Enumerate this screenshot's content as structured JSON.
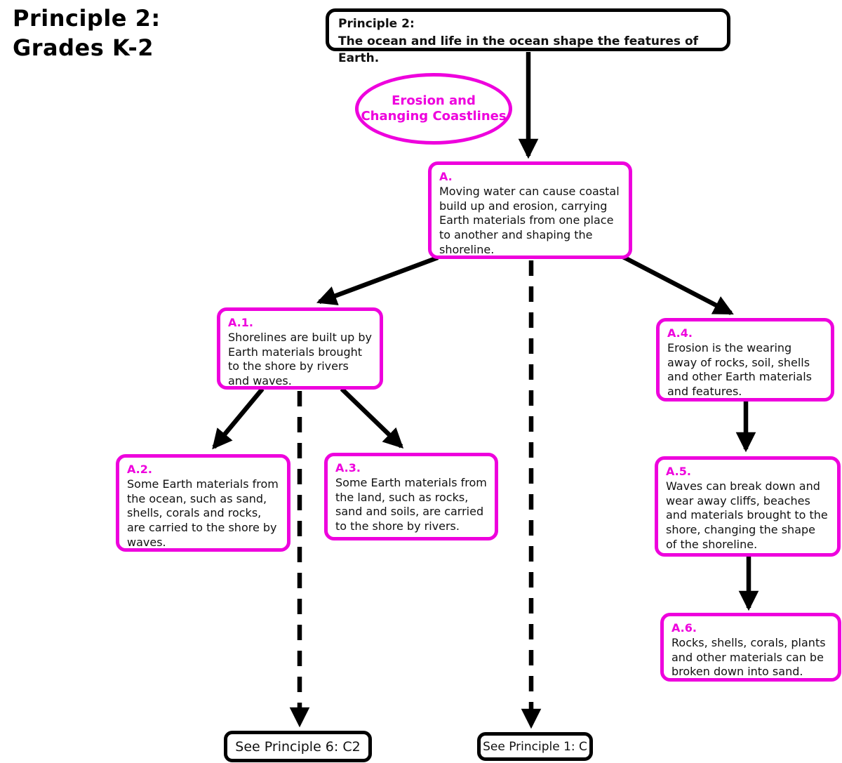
{
  "page": {
    "title_line1": "Principle 2:",
    "title_line2": "Grades K-2"
  },
  "nodes": {
    "principle": {
      "line1": "Principle 2:",
      "line2": "The ocean and life in the ocean shape the features of Earth."
    },
    "topic": {
      "line1": "Erosion and",
      "line2": "Changing Coastlines"
    },
    "a": {
      "label": "A.",
      "text": "Moving water can cause coastal build up and erosion, carrying Earth materials from one place to another and shaping the shoreline."
    },
    "a1": {
      "label": "A.1.",
      "text": "Shorelines are built up by Earth materials brought to the shore by rivers and waves."
    },
    "a2": {
      "label": "A.2.",
      "text": "Some Earth materials from the ocean, such as sand, shells, corals and rocks, are carried to the shore by waves."
    },
    "a3": {
      "label": "A.3.",
      "text": "Some Earth materials from the land, such as rocks, sand and soils, are carried to the shore by rivers."
    },
    "a4": {
      "label": "A.4.",
      "text": "Erosion is the wearing away of rocks, soil, shells and other Earth materials and features."
    },
    "a5": {
      "label": "A.5.",
      "text": "Waves can break down and wear away cliffs, beaches and materials brought to the shore, changing the shape of the shoreline."
    },
    "a6": {
      "label": "A.6.",
      "text": "Rocks, shells, corals, plants and other materials can be broken down into sand."
    },
    "see_principle_6": {
      "text": "See Principle 6: C2"
    },
    "see_principle_1": {
      "text": "See Principle 1: C"
    }
  },
  "edges": [
    {
      "from": "principle",
      "to": "a",
      "style": "solid"
    },
    {
      "from": "a",
      "to": "a1",
      "style": "solid"
    },
    {
      "from": "a",
      "to": "a4",
      "style": "solid"
    },
    {
      "from": "a",
      "to": "see_principle_1",
      "style": "dashed"
    },
    {
      "from": "a1",
      "to": "a2",
      "style": "solid"
    },
    {
      "from": "a1",
      "to": "a3",
      "style": "solid"
    },
    {
      "from": "a1",
      "to": "see_principle_6",
      "style": "dashed"
    },
    {
      "from": "a4",
      "to": "a5",
      "style": "solid"
    },
    {
      "from": "a5",
      "to": "a6",
      "style": "solid"
    }
  ],
  "colors": {
    "accent_magenta": "#ee00dd",
    "line_black": "#000000",
    "background": "#ffffff"
  }
}
